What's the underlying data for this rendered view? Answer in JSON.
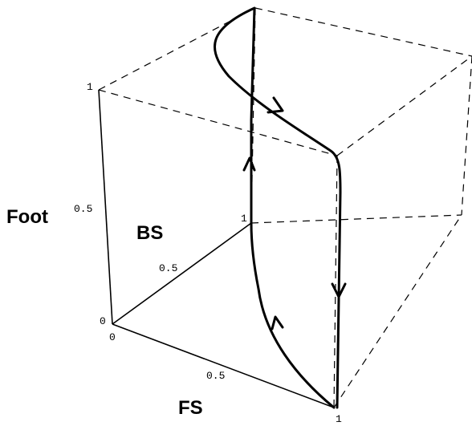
{
  "axes": {
    "x_label": "FS",
    "y_label": "BS",
    "z_label": "Foot"
  },
  "ticks": {
    "origin_z": "0",
    "origin_x": "0",
    "z_mid": "0.5",
    "z_max": "1",
    "y_mid": "0.5",
    "y_max": "1",
    "x_mid": "0.5",
    "x_max": "1"
  }
}
